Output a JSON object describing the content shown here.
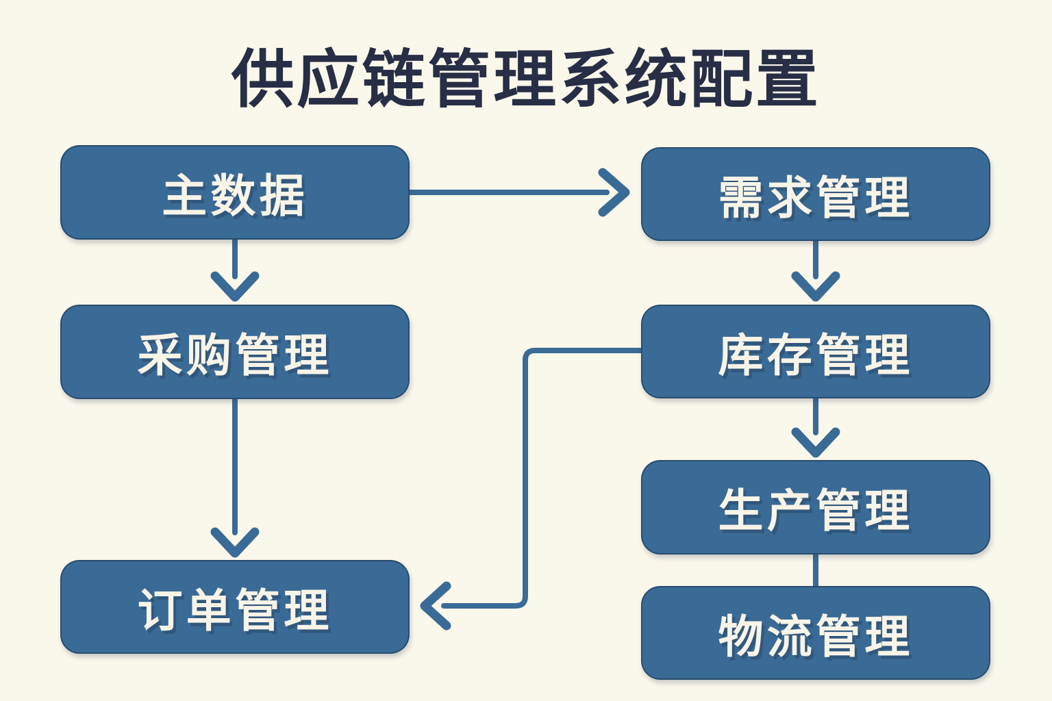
{
  "title": "供应链管理系统配置",
  "colors": {
    "background": "#faf7eb",
    "box": "#3a6b96",
    "box_border": "#1e3c58",
    "line": "#3a6b96",
    "title_text": "#272e45",
    "box_text": "#f8f4e8"
  },
  "diagram": {
    "nodes": [
      {
        "id": "master-data",
        "label": "主数据"
      },
      {
        "id": "demand-management",
        "label": "需求管理"
      },
      {
        "id": "procurement-management",
        "label": "采购管理"
      },
      {
        "id": "inventory-management",
        "label": "库存管理"
      },
      {
        "id": "order-management",
        "label": "订单管理"
      },
      {
        "id": "production-management",
        "label": "生产管理"
      },
      {
        "id": "logistics-management",
        "label": "物流管理"
      }
    ],
    "edges": [
      {
        "from": "主数据",
        "to": "需求管理",
        "arrow": true,
        "shape": "horizontal"
      },
      {
        "from": "主数据",
        "to": "采购管理",
        "arrow": true,
        "shape": "vertical"
      },
      {
        "from": "采购管理",
        "to": "订单管理",
        "arrow": true,
        "shape": "vertical"
      },
      {
        "from": "需求管理",
        "to": "库存管理",
        "arrow": true,
        "shape": "vertical"
      },
      {
        "from": "库存管理",
        "to": "生产管理",
        "arrow": true,
        "shape": "vertical"
      },
      {
        "from": "库存管理",
        "to": "订单管理",
        "arrow": true,
        "shape": "L-shaped"
      },
      {
        "from": "生产管理",
        "to": "物流管理",
        "arrow": false,
        "shape": "vertical"
      }
    ]
  }
}
